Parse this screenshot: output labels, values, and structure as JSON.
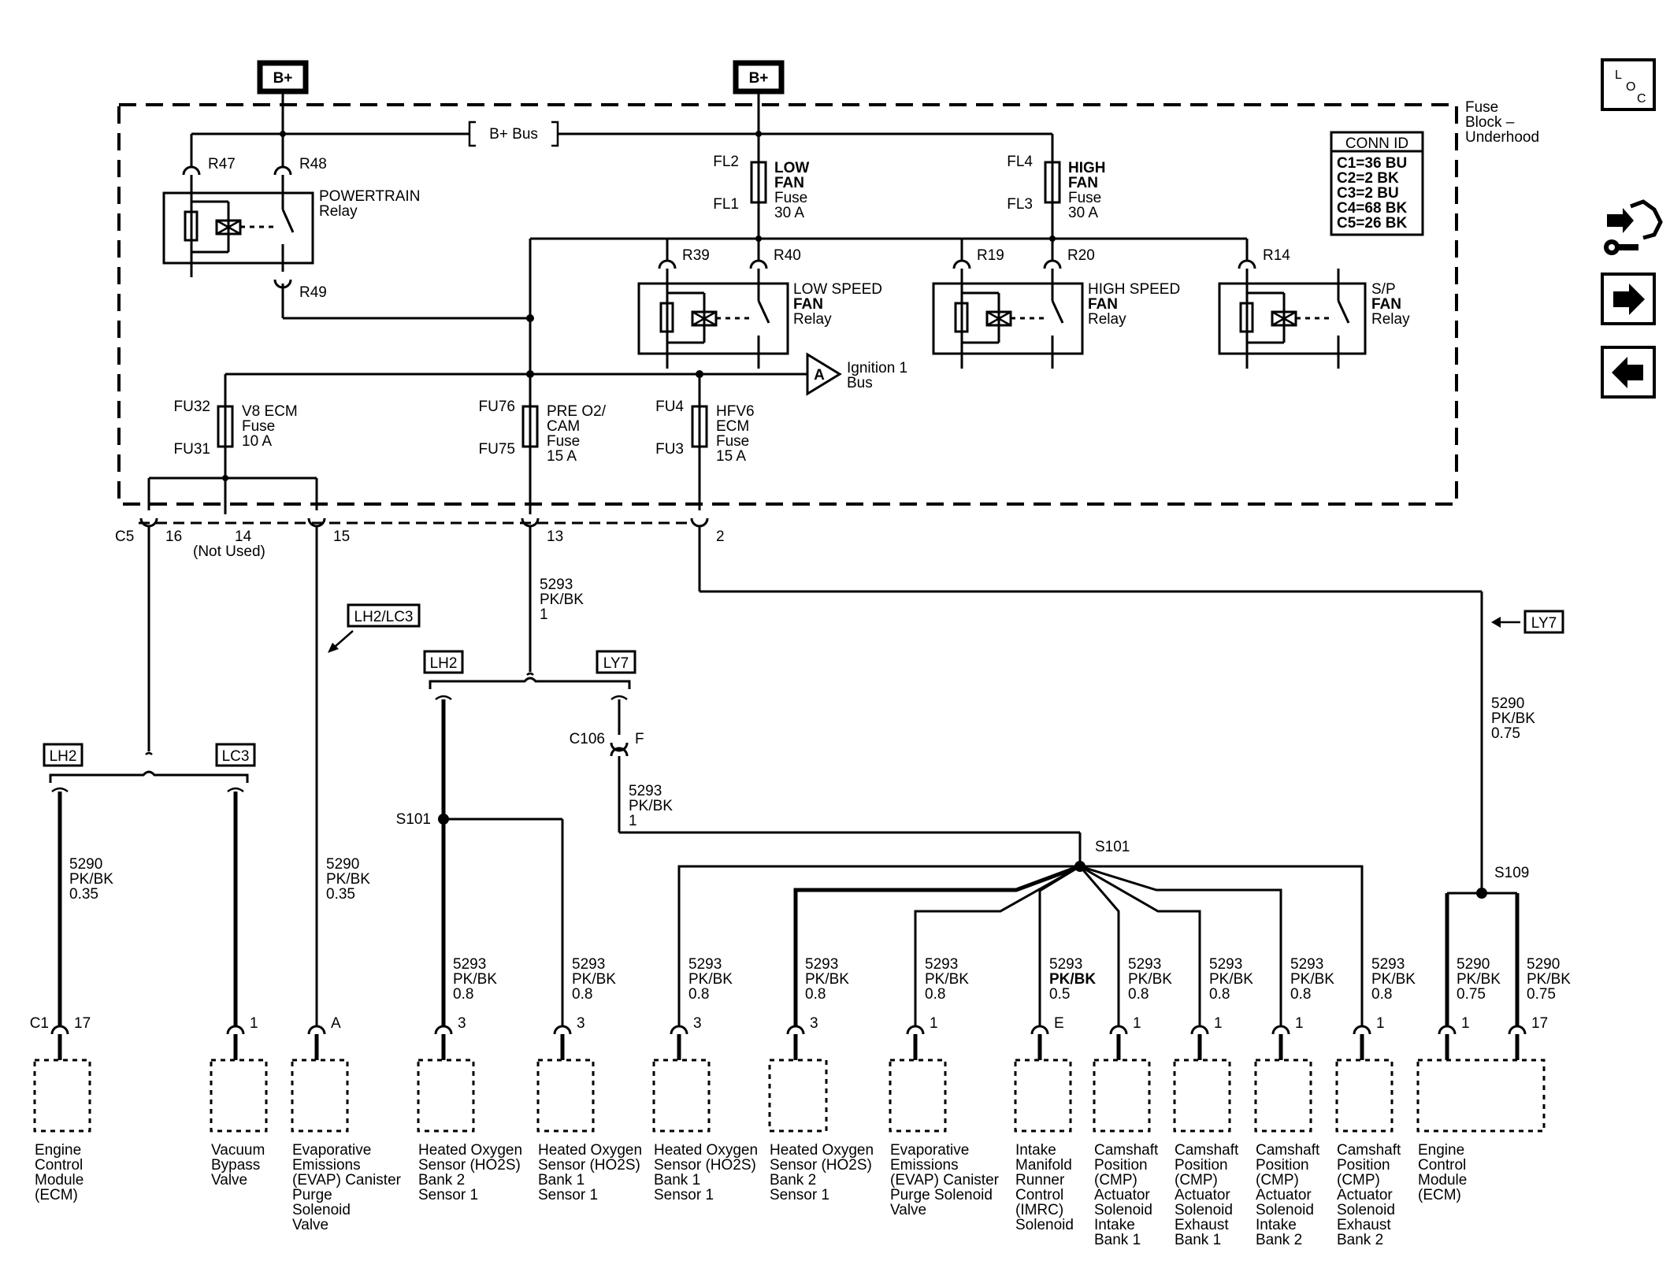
{
  "bplus": "B+",
  "bplus_bus": "B+ Bus",
  "fuse_block": [
    "Fuse",
    "Block –",
    "Underhood"
  ],
  "loc": [
    "L",
    "O",
    "C"
  ],
  "conn_id": {
    "title": "CONN ID",
    "rows": [
      "C1=36 BU",
      "C2=2 BK",
      "C3=2 BU",
      "C4=68 BK",
      "C5=26 BK"
    ]
  },
  "powertrain_relay": {
    "r_in1": "R47",
    "r_in2": "R48",
    "r_out": "R49",
    "label": [
      "POWERTRAIN",
      "Relay"
    ]
  },
  "low_fan_fuse": {
    "top": "FL2",
    "bottom": "FL1",
    "label": [
      "LOW",
      "FAN",
      "Fuse",
      "30 A"
    ]
  },
  "high_fan_fuse": {
    "top": "FL4",
    "bottom": "FL3",
    "label": [
      "HIGH",
      "FAN",
      "Fuse",
      "30 A"
    ]
  },
  "low_speed_relay": {
    "pin1": "R39",
    "pin2": "R40",
    "label": [
      "LOW SPEED",
      "FAN",
      "Relay"
    ]
  },
  "high_speed_relay": {
    "pin1": "R19",
    "pin2": "R20",
    "label": [
      "HIGH SPEED",
      "FAN",
      "Relay"
    ]
  },
  "sp_relay": {
    "pin1": "R14",
    "label": [
      "S/P",
      "FAN",
      "Relay"
    ]
  },
  "ignition_bus": {
    "letter": "A",
    "label": [
      "Ignition 1",
      "Bus"
    ]
  },
  "v8_fuse": {
    "top": "FU32",
    "bottom": "FU31",
    "label": [
      "V8 ECM",
      "Fuse",
      "10 A"
    ]
  },
  "pre_o2_fuse": {
    "top": "FU76",
    "bottom": "FU75",
    "label": [
      "PRE O2/",
      "CAM",
      "Fuse",
      "15 A"
    ]
  },
  "hfv6_fuse": {
    "top": "FU4",
    "bottom": "FU3",
    "label": [
      "HFV6",
      "ECM",
      "Fuse",
      "15 A"
    ]
  },
  "c5": {
    "name": "C5",
    "pins": [
      "16",
      "14",
      "15",
      "13",
      "2"
    ],
    "not_used": "(Not Used)"
  },
  "options": {
    "lh2": "LH2",
    "lc3": "LC3",
    "ly7": "LY7",
    "lh2lc3": "LH2/LC3"
  },
  "c106": {
    "name": "C106",
    "pin": "F"
  },
  "splices": {
    "s101": "S101",
    "s109": "S109"
  },
  "wires": {
    "w13": [
      "5293",
      "PK/BK",
      "1"
    ],
    "w_c106": [
      "5293",
      "PK/BK",
      "1"
    ],
    "w_ly7": [
      "5290",
      "PK/BK",
      "0.75"
    ],
    "w_ecm_left": [
      "5290",
      "PK/BK",
      "0.35"
    ],
    "w_evap_left": [
      "5290",
      "PK/BK",
      "0.35"
    ],
    "w_ho2s_b2s1_a": [
      "5293",
      "PK/BK",
      "0.8"
    ],
    "w_ho2s_b1s1_a": [
      "5293",
      "PK/BK",
      "0.8"
    ],
    "w_ho2s_b1s1_b": [
      "5293",
      "PK/BK",
      "0.8"
    ],
    "w_ho2s_b2s1_b": [
      "5293",
      "PK/BK",
      "0.8"
    ],
    "w_evap_b": [
      "5293",
      "PK/BK",
      "0.8"
    ],
    "w_imrc": [
      "5293",
      "PK/BK",
      "0.5"
    ],
    "w_cmp_ib1": [
      "5293",
      "PK/BK",
      "0.8"
    ],
    "w_cmp_eb1": [
      "5293",
      "PK/BK",
      "0.8"
    ],
    "w_cmp_ib2": [
      "5293",
      "PK/BK",
      "0.8"
    ],
    "w_cmp_eb2": [
      "5293",
      "PK/BK",
      "0.8"
    ],
    "w_ecm_r1": [
      "5290",
      "PK/BK",
      "0.75"
    ],
    "w_ecm_r2": [
      "5290",
      "PK/BK",
      "0.75"
    ]
  },
  "components": [
    {
      "conn": "C1",
      "pin": "17",
      "lines": [
        "Engine",
        "Control",
        "Module",
        "(ECM)"
      ]
    },
    {
      "pin": "1",
      "lines": [
        "Vacuum",
        "Bypass",
        "Valve"
      ]
    },
    {
      "pin": "A",
      "lines": [
        "Evaporative",
        "Emissions",
        "(EVAP) Canister",
        "Purge",
        "Solenoid",
        "Valve"
      ]
    },
    {
      "pin": "3",
      "lines": [
        "Heated Oxygen",
        "Sensor (HO2S)",
        "Bank 2",
        "Sensor 1"
      ]
    },
    {
      "pin": "3",
      "lines": [
        "Heated Oxygen",
        "Sensor (HO2S)",
        "Bank 1",
        "Sensor 1"
      ]
    },
    {
      "pin": "3",
      "lines": [
        "Heated Oxygen",
        "Sensor (HO2S)",
        "Bank 1",
        "Sensor 1"
      ]
    },
    {
      "pin": "3",
      "lines": [
        "Heated Oxygen",
        "Sensor (HO2S)",
        "Bank 2",
        "Sensor 1"
      ]
    },
    {
      "pin": "1",
      "lines": [
        "Evaporative",
        "Emissions",
        "(EVAP) Canister",
        "Purge Solenoid",
        "Valve"
      ]
    },
    {
      "pin": "E",
      "lines": [
        "Intake",
        "Manifold",
        "Runner",
        "Control",
        "(IMRC)",
        "Solenoid"
      ]
    },
    {
      "pin": "1",
      "lines": [
        "Camshaft",
        "Position",
        "(CMP)",
        "Actuator",
        "Solenoid",
        "Intake",
        "Bank 1"
      ]
    },
    {
      "pin": "1",
      "lines": [
        "Camshaft",
        "Position",
        "(CMP)",
        "Actuator",
        "Solenoid",
        "Exhaust",
        "Bank 1"
      ]
    },
    {
      "pin": "1",
      "lines": [
        "Camshaft",
        "Position",
        "(CMP)",
        "Actuator",
        "Solenoid",
        "Intake",
        "Bank 2"
      ]
    },
    {
      "pin": "1",
      "lines": [
        "Camshaft",
        "Position",
        "(CMP)",
        "Actuator",
        "Solenoid",
        "Exhaust",
        "Bank 2"
      ]
    },
    {
      "pins": [
        "1",
        "17"
      ],
      "lines": [
        "Engine",
        "Control",
        "Module",
        "(ECM)"
      ]
    }
  ],
  "nav": {
    "icons": [
      "wrench-connector-icon",
      "arrow-right-icon",
      "arrow-left-icon",
      "location-icon"
    ]
  }
}
